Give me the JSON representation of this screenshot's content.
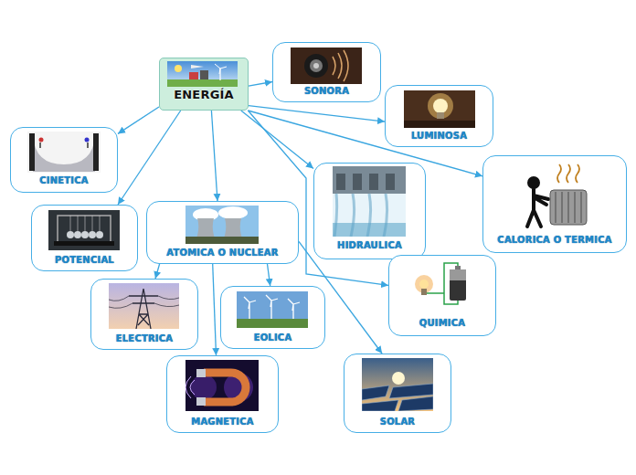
{
  "diagram": {
    "nodes": [
      {
        "text": [
          "ENERGÍA"
        ]
      },
      {
        "text": [
          "SONORA"
        ]
      },
      {
        "text": [
          "LUMINOSA"
        ]
      },
      {
        "text": [
          "CINETICA"
        ]
      },
      {
        "text": [
          "CALORICA O TERMICA"
        ]
      },
      {
        "text": [
          "HIDRAULICA"
        ]
      },
      {
        "text": [
          "POTENCIAL"
        ]
      },
      {
        "text": [
          "ATOMICA O NUCLEAR"
        ]
      },
      {
        "text": [
          "QUIMICA"
        ]
      },
      {
        "text": [
          "ELECTRICA"
        ]
      },
      {
        "text": [
          "EOLICA"
        ]
      },
      {
        "text": [
          "MAGNETICA"
        ]
      },
      {
        "text": [
          "SOLAR"
        ]
      }
    ],
    "edges": [
      {
        "from": 0,
        "to": 1,
        "arrow": "to"
      },
      {
        "from": 0,
        "to": 2,
        "arrow": "to"
      },
      {
        "from": 0,
        "to": 3,
        "arrow": "to"
      },
      {
        "from": 0,
        "to": 4,
        "arrow": "to"
      },
      {
        "from": 0,
        "to": 5,
        "arrow": "to"
      },
      {
        "from": 0,
        "to": 6,
        "arrow": "to"
      },
      {
        "from": 0,
        "to": 7,
        "arrow": "to"
      },
      {
        "from": 0,
        "to": 8,
        "arrow": "to"
      },
      {
        "from": 7,
        "to": 9,
        "arrow": "to"
      },
      {
        "from": 7,
        "to": 10,
        "arrow": "to"
      },
      {
        "from": 7,
        "to": 11,
        "arrow": "to"
      },
      {
        "from": 7,
        "to": 12,
        "arrow": "to"
      }
    ]
  }
}
